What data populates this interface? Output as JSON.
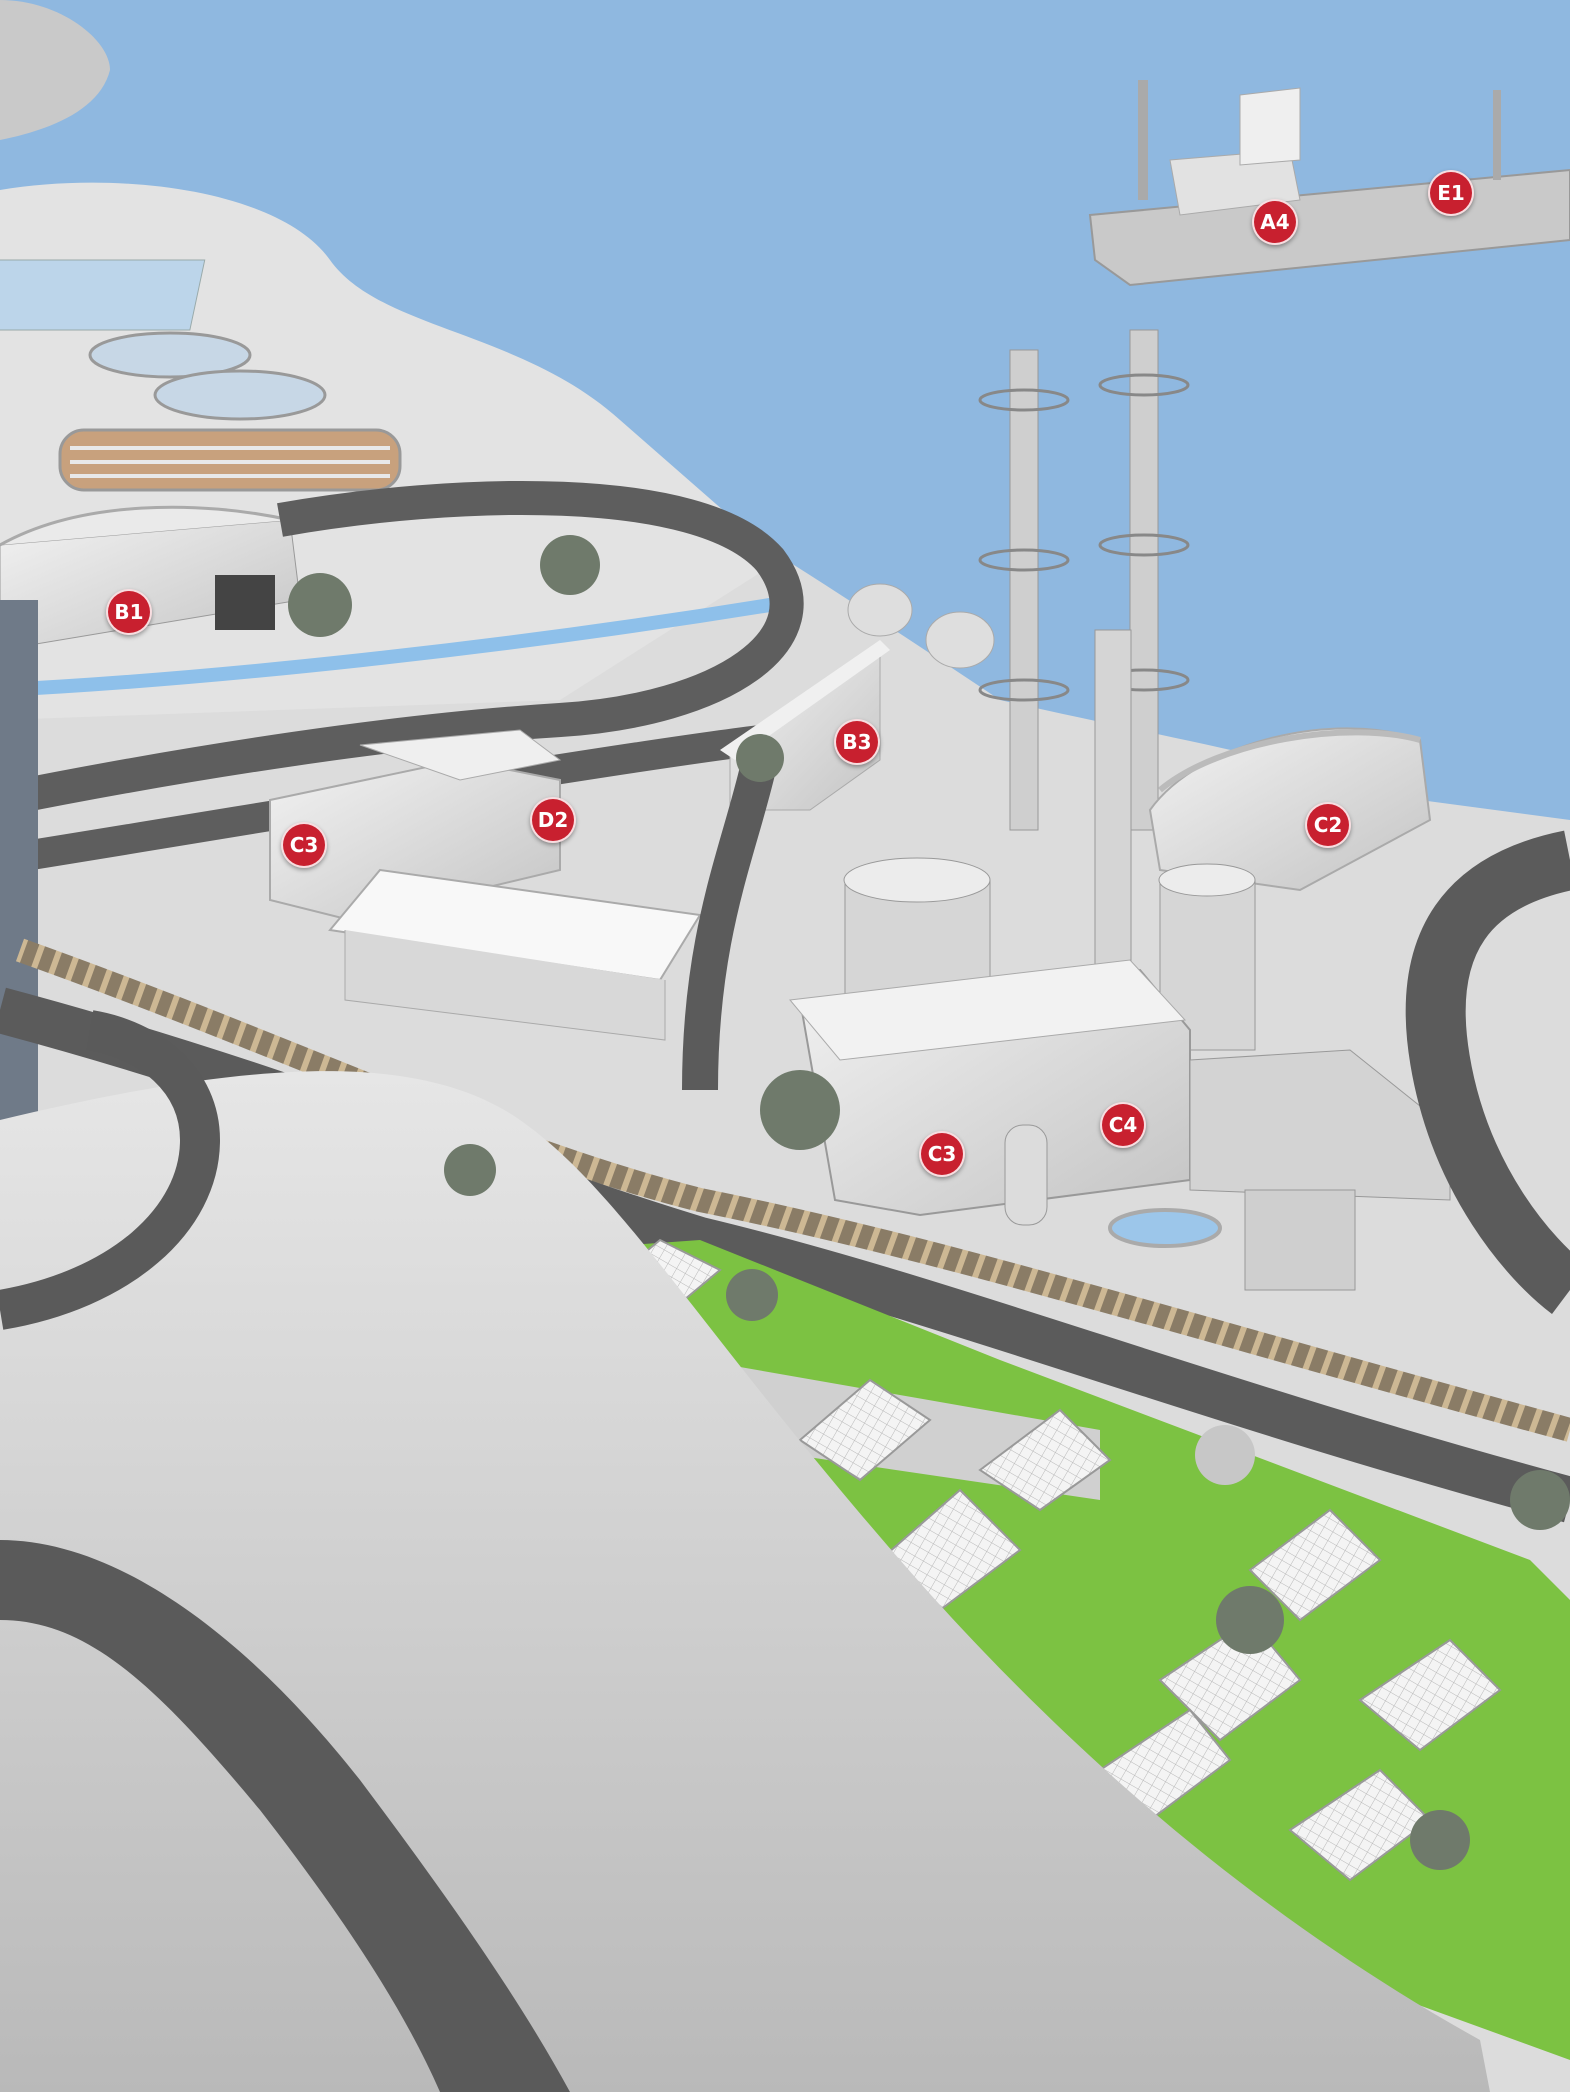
{
  "colors": {
    "sky": "#8fb8e0",
    "ground": "#d9d9d9",
    "road": "#5f5f5f",
    "grass": "#7cc242",
    "marker": "#c8202f"
  },
  "markers": [
    {
      "id": "a4",
      "label": "A4"
    },
    {
      "id": "e1",
      "label": "E1"
    },
    {
      "id": "b1",
      "label": "B1"
    },
    {
      "id": "b3",
      "label": "B3"
    },
    {
      "id": "d2",
      "label": "D2"
    },
    {
      "id": "c3-left",
      "label": "C3"
    },
    {
      "id": "c2",
      "label": "C2"
    },
    {
      "id": "c4",
      "label": "C4"
    },
    {
      "id": "c3-center",
      "label": "C3"
    }
  ]
}
